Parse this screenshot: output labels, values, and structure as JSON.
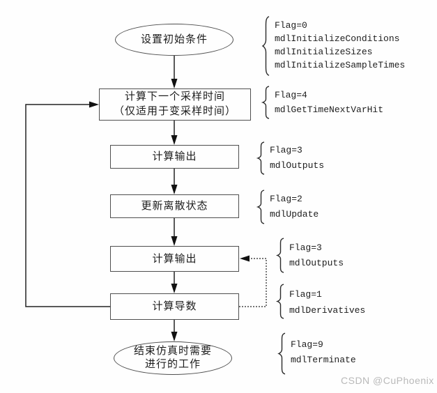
{
  "diagram": {
    "title_hint": "S-function simulation stages flowchart",
    "colors": {
      "background": "#fefefe",
      "line": "#222222",
      "box_border": "#4e4e4e",
      "text": "#1c1c1c",
      "watermark": "#b9b9b9"
    },
    "nodes": [
      {
        "id": "start",
        "shape": "ellipse",
        "label": "设置初始条件"
      },
      {
        "id": "next-sample-time",
        "shape": "rect",
        "line1": "计算下一个采样时间",
        "line2": "（仅适用于变采样时间）"
      },
      {
        "id": "outputs-1",
        "shape": "rect",
        "label": "计算输出"
      },
      {
        "id": "update-discrete-states",
        "shape": "rect",
        "label": "更新离散状态"
      },
      {
        "id": "outputs-2",
        "shape": "rect",
        "label": "计算输出"
      },
      {
        "id": "derivatives",
        "shape": "rect",
        "label": "计算导数"
      },
      {
        "id": "terminate",
        "shape": "ellipse",
        "line1": "结束仿真时需要",
        "line2": "进行的工作"
      }
    ],
    "annotations": [
      {
        "for": "start",
        "lines": [
          "Flag=0",
          "mdlInitializeConditions",
          "mdlInitializeSizes",
          "mdlInitializeSampleTimes"
        ]
      },
      {
        "for": "next-sample-time",
        "lines": [
          "Flag=4",
          "mdlGetTimeNextVarHit"
        ]
      },
      {
        "for": "outputs-1",
        "lines": [
          "Flag=3",
          "mdlOutputs"
        ]
      },
      {
        "for": "update-discrete-states",
        "lines": [
          "Flag=2",
          "mdlUpdate"
        ]
      },
      {
        "for": "outputs-2",
        "lines": [
          "Flag=3",
          "mdlOutputs"
        ]
      },
      {
        "for": "derivatives",
        "lines": [
          "Flag=1",
          "mdlDerivatives"
        ]
      },
      {
        "for": "terminate",
        "lines": [
          "Flag=9",
          "mdlTerminate"
        ]
      }
    ],
    "watermark": "CSDN @CuPhoenix"
  }
}
